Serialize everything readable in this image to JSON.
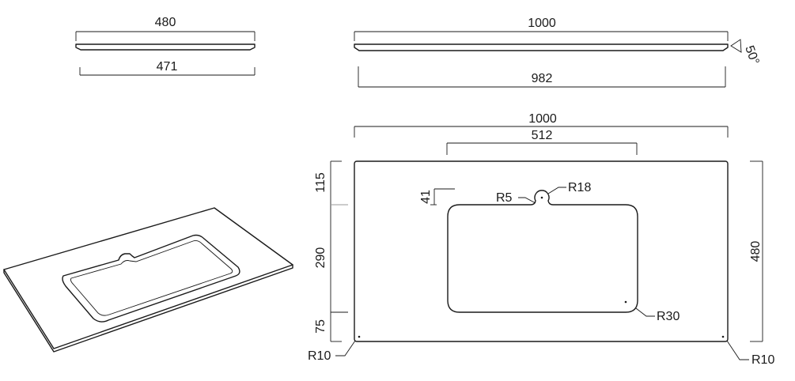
{
  "side_profile": {
    "top_width": "480",
    "bottom_width": "471"
  },
  "front_profile": {
    "top_width": "1000",
    "bottom_width": "982",
    "edge_angle": "50°"
  },
  "plan": {
    "overall_width": "1000",
    "basin_width": "512",
    "depth": "480",
    "front_margin": "115",
    "basin_depth": "290",
    "back_margin": "75",
    "overflow_offset": "41",
    "overflow_radius": "R18",
    "notch_radius": "R5",
    "basin_radius": "R30",
    "corner_radius_left": "R10",
    "corner_radius_right": "R10"
  }
}
